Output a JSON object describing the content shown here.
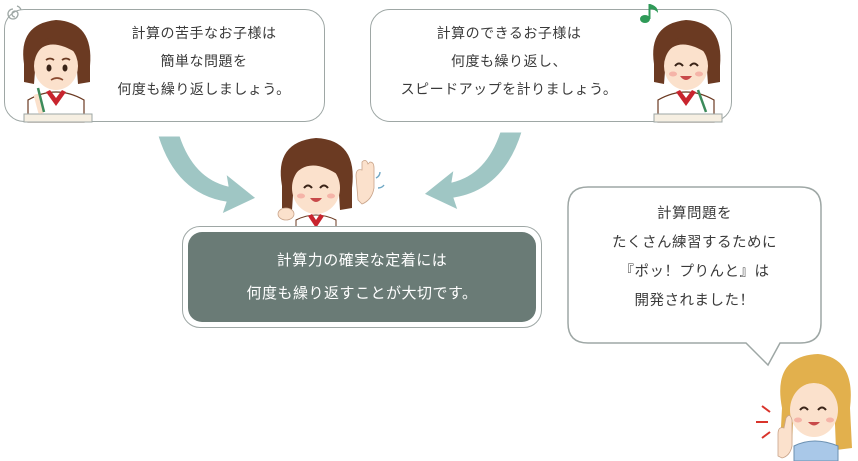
{
  "left_bubble": {
    "lines": [
      "計算の苦手なお子様は",
      "簡単な問題を",
      "何度も繰り返しましょう。"
    ]
  },
  "right_bubble": {
    "lines": [
      "計算のできるお子様は",
      "何度も繰り返し、",
      "スピードアップを計りましょう。"
    ]
  },
  "center_box": {
    "lines": [
      "計算力の確実な定着には",
      "何度も繰り返すことが大切です。"
    ]
  },
  "speech_bubble": {
    "lines": [
      "計算問題を",
      "たくさん練習するために",
      "『ポッ！プりんと』は",
      "開発されました！"
    ]
  },
  "colors": {
    "border": "#9ea7a5",
    "center_fill": "#6a7b76",
    "arrow": "#9fc6c4",
    "hair_brown": "#6b3a22",
    "hair_blonde": "#e2b04d",
    "uniform_red": "#c8242e",
    "note_green": "#2f9a58"
  },
  "icons": {
    "left_girl": "worried-student-icon",
    "right_girl": "happy-student-icon",
    "center_girl": "waving-student-icon",
    "teacher": "pointing-teacher-icon",
    "music_note": "music-note-icon"
  }
}
